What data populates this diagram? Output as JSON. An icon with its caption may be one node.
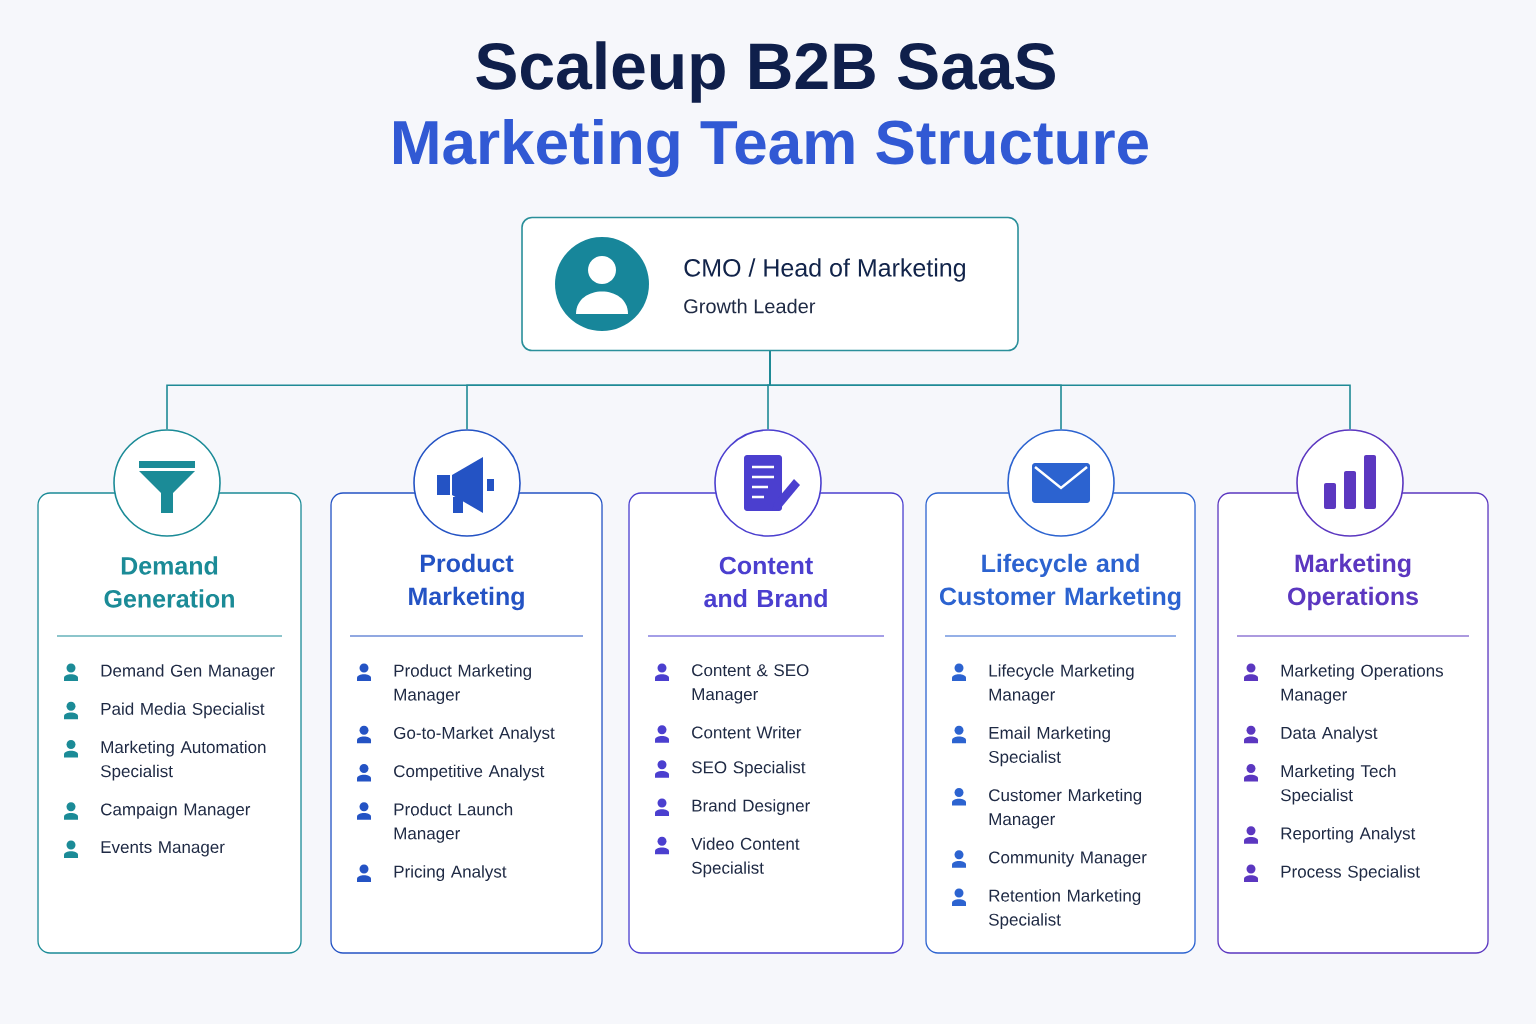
{
  "diagram": {
    "title": "Scaleup B2B SaaS",
    "nodes": [
      {
        "text": [
          "CMO / Head of Marketing",
          "Growth Leader"
        ]
      },
      {
        "text": [],
        "shape": "circle"
      },
      {
        "text": [
          "Demand Generation",
          "Demand Gen Manager",
          "Paid Media Specialist",
          "Marketing Automation Specialist",
          "Campaign Manager",
          "Events Manager"
        ]
      },
      {
        "text": [],
        "shape": "circle"
      },
      {
        "text": [
          "Product Marketing",
          "Product Marketing Manager",
          "Go-to-Market Analyst",
          "Competitive Analyst",
          "Product Launch Manager",
          "Pricing Analyst"
        ]
      },
      {
        "text": [],
        "shape": "circle"
      },
      {
        "text": [
          "Content and Brand",
          "Content & SEO Manager",
          "Content Writer",
          "SEO Specialist",
          "Brand Designer",
          "Video Content Specialist"
        ]
      },
      {
        "text": [],
        "shape": "circle"
      },
      {
        "text": [
          "Lifecycle and Customer Marketing",
          "Lifecycle Marketing Manager",
          "Email Marketing Specialist",
          "Customer Marketing Manager",
          "Community Manager",
          "Retention Marketing Specialist"
        ]
      },
      {
        "text": [],
        "shape": "circle"
      },
      {
        "text": [
          "Marketing Operations",
          "Marketing Operations Manager",
          "Data Analyst",
          "Marketing Tech Specialist",
          "Reporting Analyst",
          "Process Specialist"
        ]
      }
    ],
    "edges": [
      {
        "from": 0,
        "to": 1,
        "arrow": "none"
      },
      {
        "from": 0,
        "to": 3,
        "arrow": "none"
      },
      {
        "from": 0,
        "to": 5,
        "arrow": "none"
      },
      {
        "from": 0,
        "to": 7,
        "arrow": "none"
      },
      {
        "from": 0,
        "to": 9,
        "arrow": "none"
      }
    ],
    "labels": [
      "Marketing Team Structure"
    ]
  }
}
